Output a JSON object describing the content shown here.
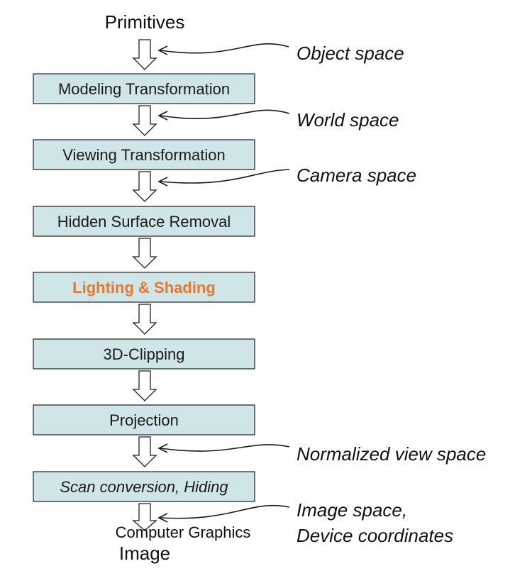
{
  "top_label": "Primitives",
  "bottom_caption": "Computer Graphics",
  "bottom_label": "Image",
  "highlight_color": "#e8782d",
  "stages": [
    {
      "id": "modeling",
      "label": "Modeling Transformation"
    },
    {
      "id": "viewing",
      "label": "Viewing Transformation"
    },
    {
      "id": "hidden",
      "label": "Hidden Surface Removal"
    },
    {
      "id": "lighting",
      "label": "Lighting & Shading"
    },
    {
      "id": "clipping",
      "label": "3D-Clipping"
    },
    {
      "id": "projection",
      "label": "Projection"
    },
    {
      "id": "scan",
      "label": "Scan conversion, Hiding"
    }
  ],
  "spaces": [
    {
      "id": "object",
      "line1": "Object space"
    },
    {
      "id": "world",
      "line1": "World space"
    },
    {
      "id": "camera",
      "line1": "Camera space"
    },
    {
      "id": "normalized",
      "line1": "Normalized view space"
    },
    {
      "id": "image",
      "line1": "Image space,",
      "line2": "Device coordinates"
    }
  ]
}
